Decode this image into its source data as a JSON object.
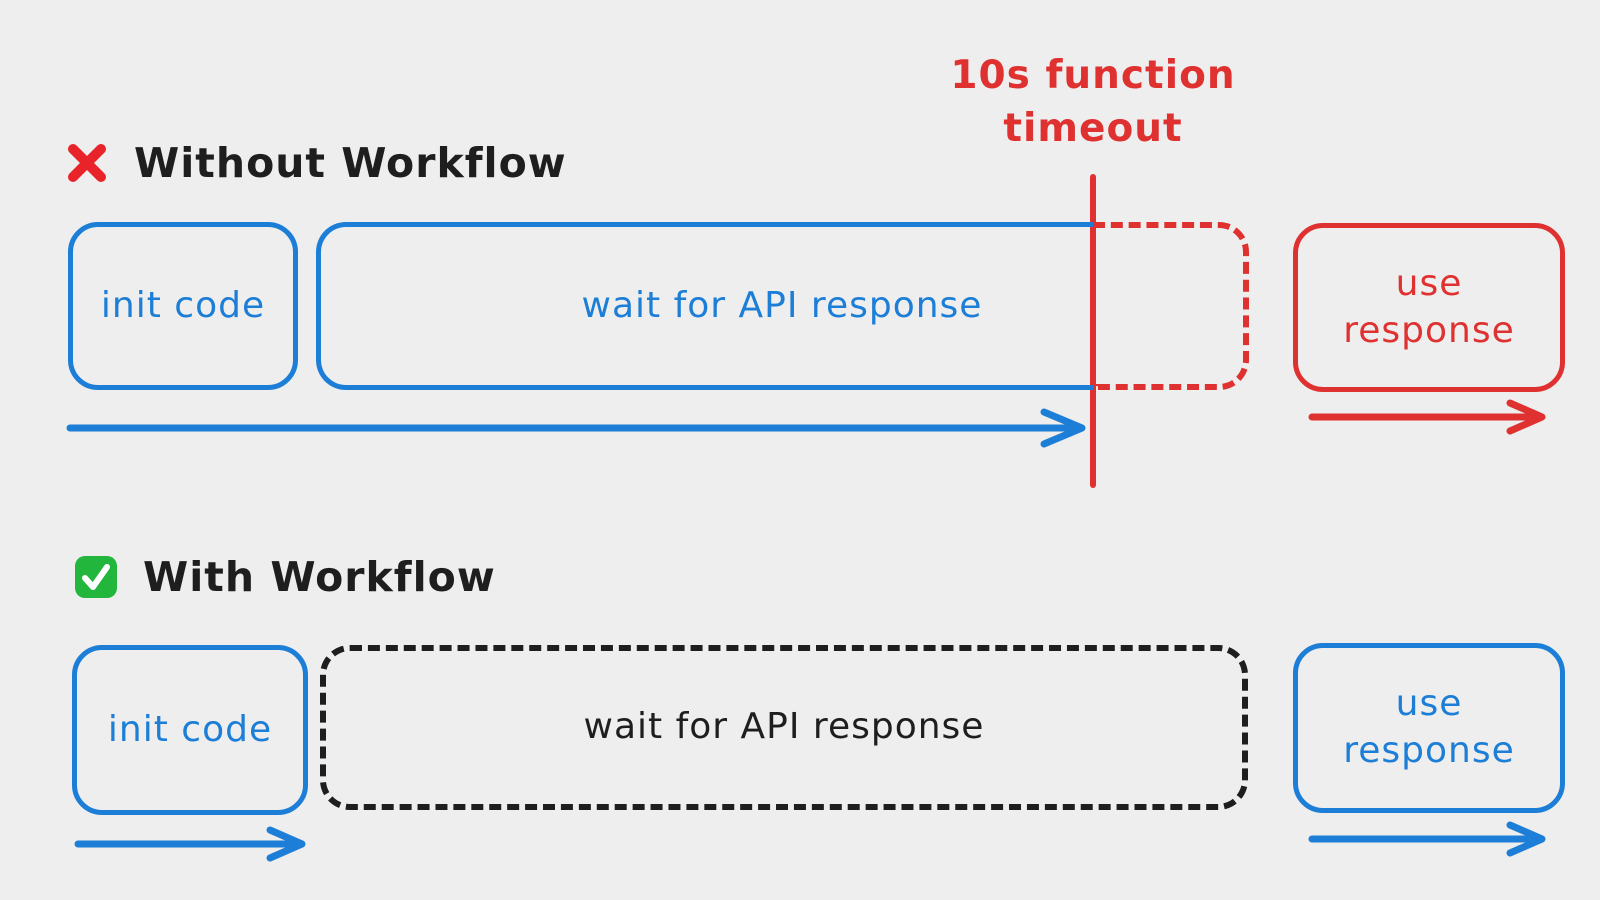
{
  "palette": {
    "background": "#eeeeee",
    "blue": "#1c7ed6",
    "red": "#e03131",
    "ink": "#1e1e1e",
    "emoji_cross_red": "#e8232a",
    "emoji_check_green": "#22b63d"
  },
  "timeout": {
    "label_line1": "10s function",
    "label_line2": "timeout"
  },
  "without": {
    "title": "Without Workflow",
    "icon": "cross-mark-icon",
    "init_label": "init code",
    "wait_label": "wait for API response",
    "use_label_line1": "use",
    "use_label_line2": "response"
  },
  "with": {
    "title": "With Workflow",
    "icon": "check-mark-icon",
    "init_label": "init code",
    "wait_label": "wait for API response",
    "use_label_line1": "use",
    "use_label_line2": "response"
  }
}
